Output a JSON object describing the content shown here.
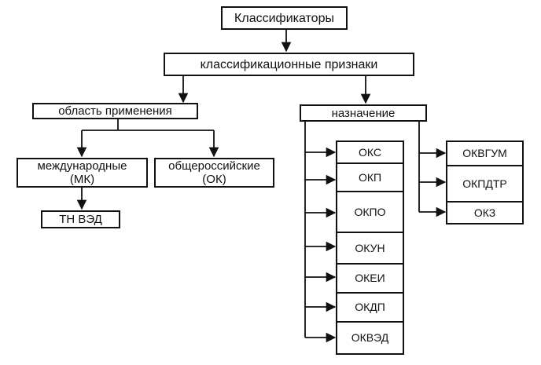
{
  "root": {
    "label": "Классификаторы"
  },
  "features": {
    "label": "классификационные признаки"
  },
  "scope": {
    "label": "область применения",
    "international": "международные\n(МК)",
    "russian": "общероссийские\n(ОК)",
    "tnved": "ТН ВЭД"
  },
  "purpose": {
    "label": "назначение",
    "left_column": [
      "ОКС",
      "ОКП",
      "ОКПО",
      "ОКУН",
      "ОКЕИ",
      "ОКДП",
      "ОКВЭД"
    ],
    "right_column": [
      "ОКВГУМ",
      "ОКПДТР",
      "ОКЗ"
    ]
  }
}
